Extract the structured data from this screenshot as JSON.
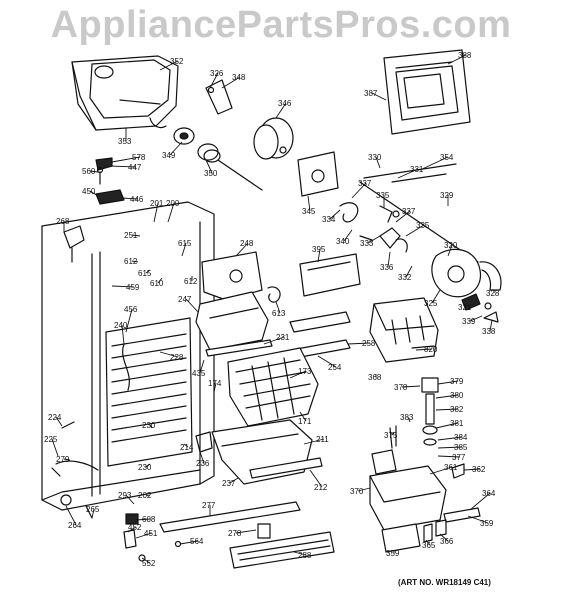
{
  "watermark": "AppliancePartsPros.com",
  "art_number": "(ART NO. WR18149 C41)",
  "callouts": [
    {
      "id": "352",
      "label": "352"
    },
    {
      "id": "326",
      "label": "326"
    },
    {
      "id": "348",
      "label": "348"
    },
    {
      "id": "346",
      "label": "346"
    },
    {
      "id": "388",
      "label": "388"
    },
    {
      "id": "387",
      "label": "387"
    },
    {
      "id": "353",
      "label": "353"
    },
    {
      "id": "349",
      "label": "349"
    },
    {
      "id": "350",
      "label": "350"
    },
    {
      "id": "578",
      "label": "578"
    },
    {
      "id": "447",
      "label": "447"
    },
    {
      "id": "560",
      "label": "560"
    },
    {
      "id": "450",
      "label": "450"
    },
    {
      "id": "446",
      "label": "446"
    },
    {
      "id": "330",
      "label": "330"
    },
    {
      "id": "354",
      "label": "354"
    },
    {
      "id": "331",
      "label": "331"
    },
    {
      "id": "337a",
      "label": "337"
    },
    {
      "id": "329",
      "label": "329"
    },
    {
      "id": "345",
      "label": "345"
    },
    {
      "id": "334",
      "label": "334"
    },
    {
      "id": "335a",
      "label": "335"
    },
    {
      "id": "201",
      "label": "201"
    },
    {
      "id": "200",
      "label": "200"
    },
    {
      "id": "268",
      "label": "268"
    },
    {
      "id": "251",
      "label": "251"
    },
    {
      "id": "612a",
      "label": "612"
    },
    {
      "id": "615a",
      "label": "615"
    },
    {
      "id": "248",
      "label": "248"
    },
    {
      "id": "340",
      "label": "340"
    },
    {
      "id": "333",
      "label": "333"
    },
    {
      "id": "337b",
      "label": "337"
    },
    {
      "id": "335b",
      "label": "335"
    },
    {
      "id": "395",
      "label": "395"
    },
    {
      "id": "320",
      "label": "320"
    },
    {
      "id": "615b",
      "label": "615"
    },
    {
      "id": "610",
      "label": "610"
    },
    {
      "id": "612b",
      "label": "612"
    },
    {
      "id": "459",
      "label": "459"
    },
    {
      "id": "336",
      "label": "336"
    },
    {
      "id": "332",
      "label": "332"
    },
    {
      "id": "325",
      "label": "325"
    },
    {
      "id": "328",
      "label": "328"
    },
    {
      "id": "247",
      "label": "247"
    },
    {
      "id": "613",
      "label": "613"
    },
    {
      "id": "321",
      "label": "321"
    },
    {
      "id": "339",
      "label": "339"
    },
    {
      "id": "338",
      "label": "338"
    },
    {
      "id": "456",
      "label": "456"
    },
    {
      "id": "240",
      "label": "240"
    },
    {
      "id": "231",
      "label": "231"
    },
    {
      "id": "258",
      "label": "258"
    },
    {
      "id": "820",
      "label": "820"
    },
    {
      "id": "228",
      "label": "228"
    },
    {
      "id": "254",
      "label": "254"
    },
    {
      "id": "435",
      "label": "435"
    },
    {
      "id": "174",
      "label": "174"
    },
    {
      "id": "173",
      "label": "173"
    },
    {
      "id": "368",
      "label": "368"
    },
    {
      "id": "378",
      "label": "378"
    },
    {
      "id": "379",
      "label": "379"
    },
    {
      "id": "380",
      "label": "380"
    },
    {
      "id": "382",
      "label": "382"
    },
    {
      "id": "171",
      "label": "171"
    },
    {
      "id": "224",
      "label": "224"
    },
    {
      "id": "230a",
      "label": "230"
    },
    {
      "id": "383",
      "label": "383"
    },
    {
      "id": "381",
      "label": "381"
    },
    {
      "id": "225",
      "label": "225"
    },
    {
      "id": "375",
      "label": "375"
    },
    {
      "id": "384",
      "label": "384"
    },
    {
      "id": "211",
      "label": "211"
    },
    {
      "id": "214",
      "label": "214"
    },
    {
      "id": "385",
      "label": "385"
    },
    {
      "id": "279",
      "label": "279"
    },
    {
      "id": "236",
      "label": "236"
    },
    {
      "id": "377",
      "label": "377"
    },
    {
      "id": "230b",
      "label": "230"
    },
    {
      "id": "361",
      "label": "361"
    },
    {
      "id": "362",
      "label": "362"
    },
    {
      "id": "237",
      "label": "237"
    },
    {
      "id": "212",
      "label": "212"
    },
    {
      "id": "370",
      "label": "370"
    },
    {
      "id": "293",
      "label": "293"
    },
    {
      "id": "202",
      "label": "202"
    },
    {
      "id": "364",
      "label": "364"
    },
    {
      "id": "264",
      "label": "264"
    },
    {
      "id": "265",
      "label": "265"
    },
    {
      "id": "277",
      "label": "277"
    },
    {
      "id": "608",
      "label": "608"
    },
    {
      "id": "452",
      "label": "452"
    },
    {
      "id": "451",
      "label": "451"
    },
    {
      "id": "278",
      "label": "278"
    },
    {
      "id": "359a",
      "label": "359"
    },
    {
      "id": "365",
      "label": "365"
    },
    {
      "id": "366",
      "label": "366"
    },
    {
      "id": "564",
      "label": "564"
    },
    {
      "id": "288",
      "label": "288"
    },
    {
      "id": "552",
      "label": "552"
    },
    {
      "id": "359b",
      "label": "359"
    }
  ]
}
